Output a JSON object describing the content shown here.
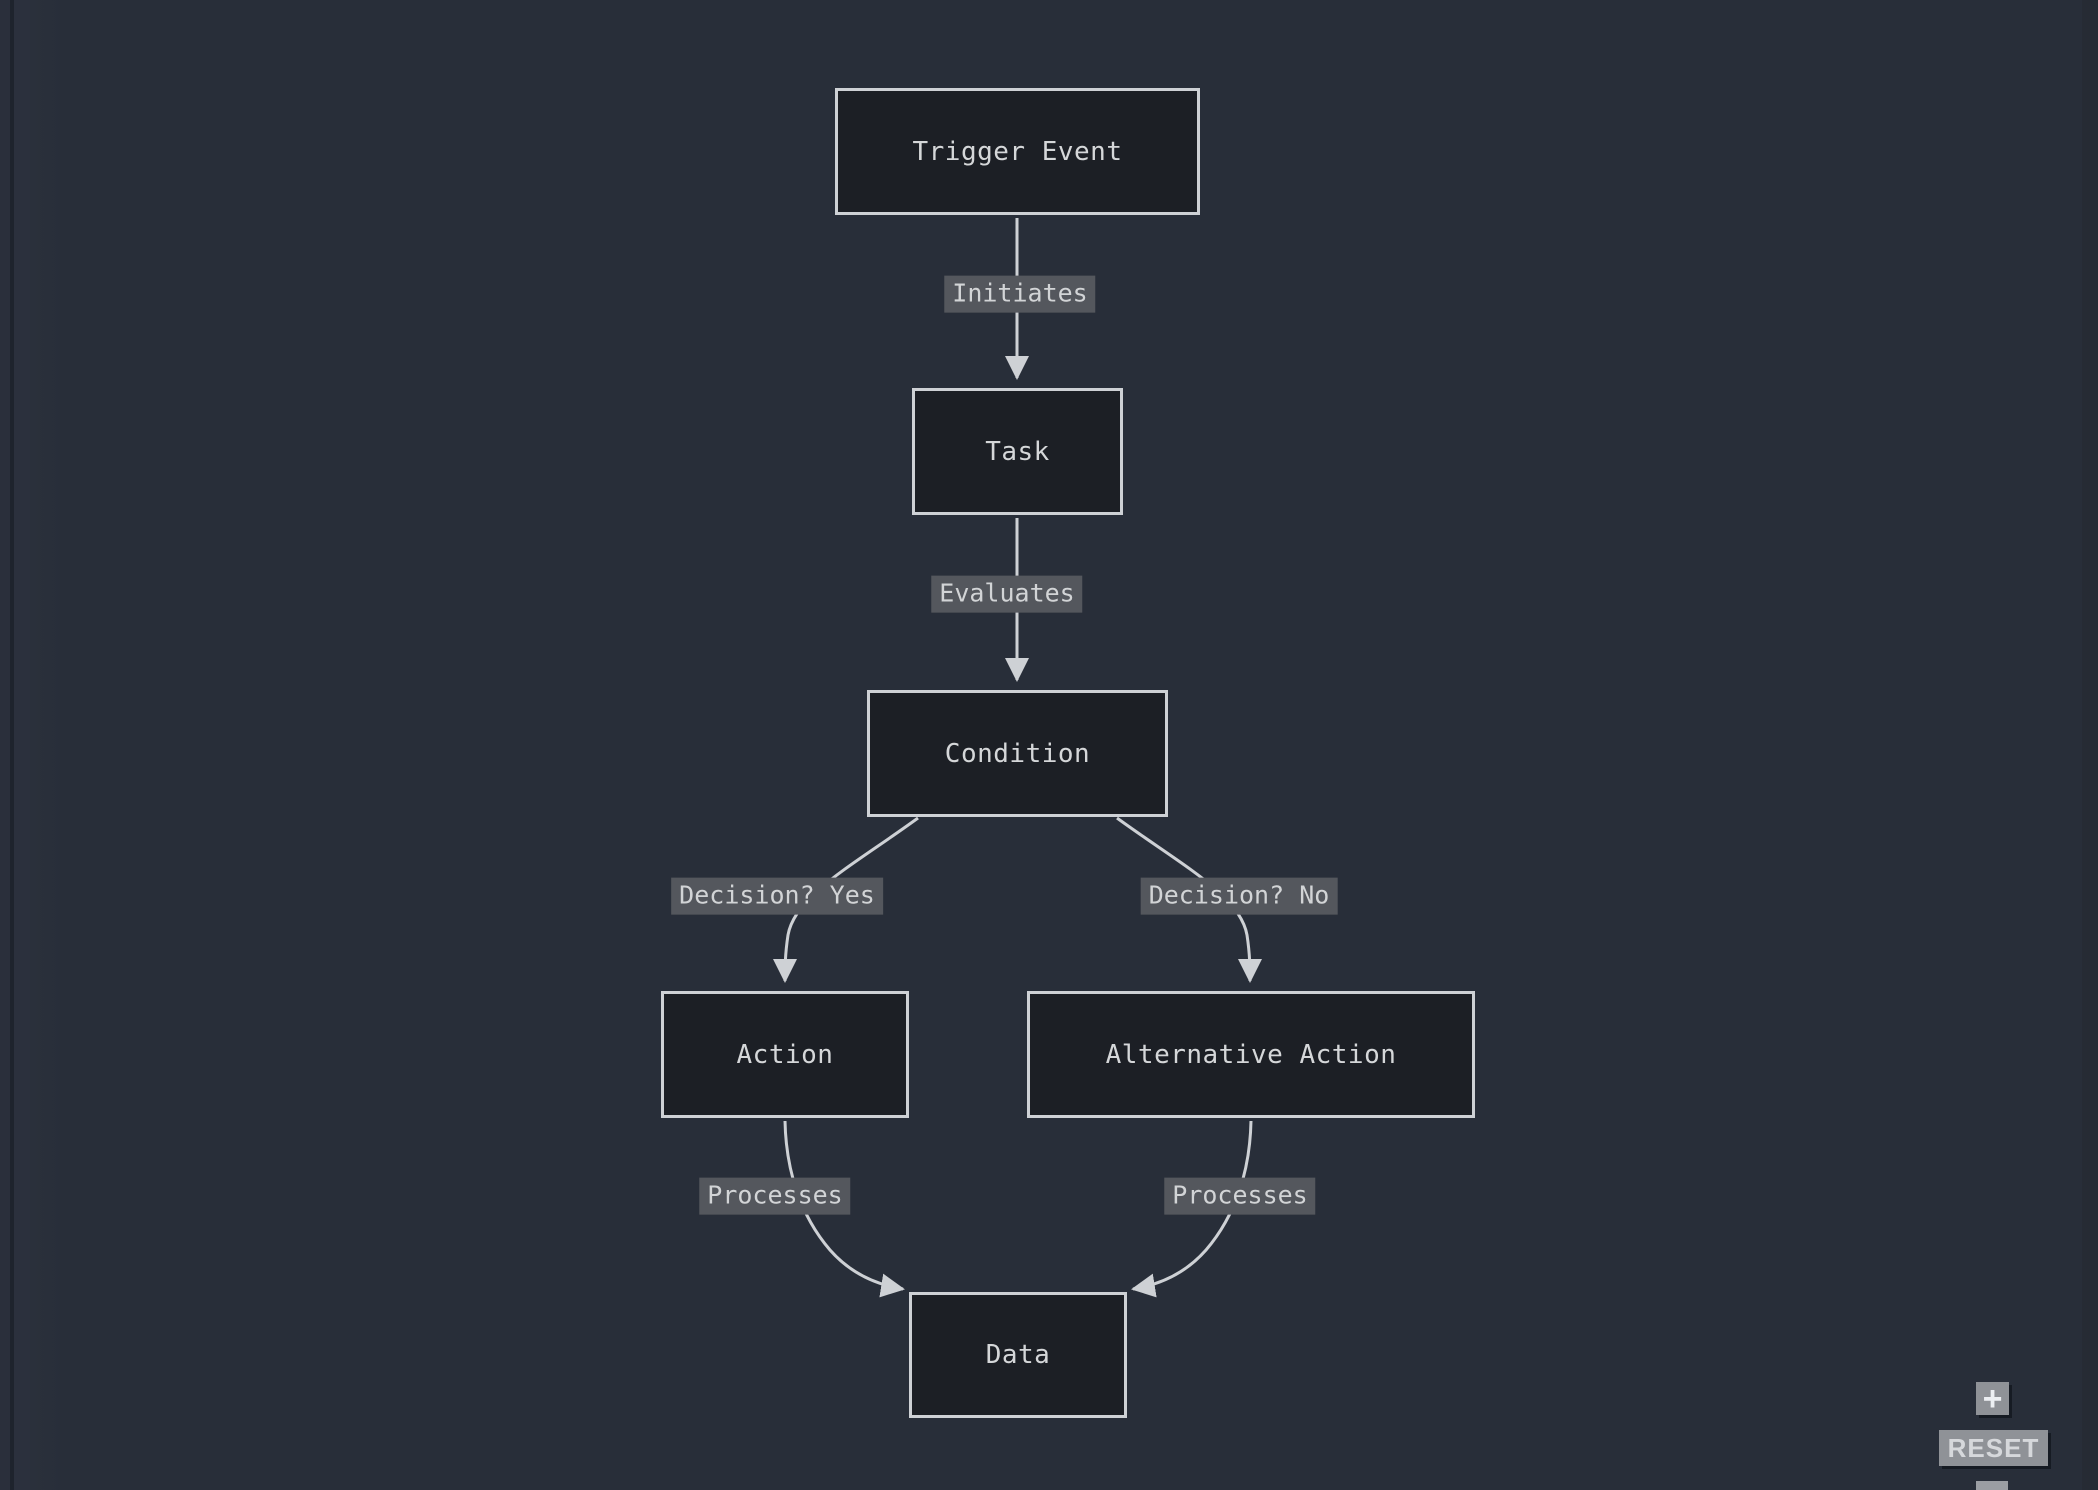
{
  "canvas": {
    "background": "#282e39"
  },
  "diagram": {
    "type": "flowchart",
    "direction": "top-down",
    "nodes": [
      {
        "id": "trigger_event",
        "label": "Trigger Event"
      },
      {
        "id": "task",
        "label": "Task"
      },
      {
        "id": "condition",
        "label": "Condition"
      },
      {
        "id": "action",
        "label": "Action"
      },
      {
        "id": "alternative_action",
        "label": "Alternative Action"
      },
      {
        "id": "data",
        "label": "Data"
      }
    ],
    "edges": [
      {
        "from": "trigger_event",
        "to": "task",
        "label": "Initiates"
      },
      {
        "from": "task",
        "to": "condition",
        "label": "Evaluates"
      },
      {
        "from": "condition",
        "to": "action",
        "label": "Decision? Yes"
      },
      {
        "from": "condition",
        "to": "alternative_action",
        "label": "Decision? No"
      },
      {
        "from": "action",
        "to": "data",
        "label": "Processes"
      },
      {
        "from": "alternative_action",
        "to": "data",
        "label": "Processes"
      }
    ],
    "colors": {
      "node_fill": "#1c1f25",
      "node_border": "#ced1d5",
      "node_text": "#d5d7d9",
      "edge_line": "#ced1d5",
      "edge_label_bg": "#54575d",
      "edge_label_text": "#d2d4d6"
    }
  },
  "controls": {
    "zoom_in_label": "+",
    "reset_label": "RESET",
    "button_bg": "#8f9297"
  }
}
